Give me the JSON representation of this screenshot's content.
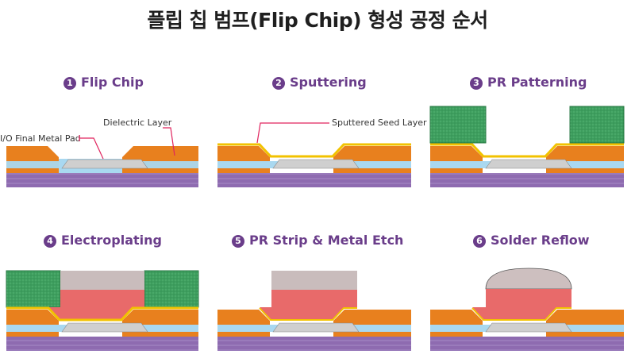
{
  "title": "플립 칩 범프(Flip Chip) 형성 공정 순서",
  "steps": [
    {
      "number": "1",
      "label": "Flip Chip"
    },
    {
      "number": "2",
      "label": "Sputtering"
    },
    {
      "number": "3",
      "label": "PR Patterning"
    },
    {
      "number": "4",
      "label": "Electroplating"
    },
    {
      "number": "5",
      "label": "PR Strip & Metal Etch"
    },
    {
      "number": "6",
      "label": "Solder Reflow"
    }
  ],
  "annotations": {
    "io_pad": "I/O Final Metal Pad",
    "dielectric": "Dielectric Layer",
    "seed_layer": "Sputtered Seed Layer"
  },
  "colors": {
    "substrate": "#8e6bb0",
    "substrate_stripe": "#b79ad4",
    "metal_line": "#a9d8f0",
    "dielectric": "#e8801e",
    "pad": "#cfcfcf",
    "seed": "#f2c200",
    "photoresist": "#3a9a5a",
    "copper_bump": "#e86a6a",
    "solder_cap": "#cdbfbf",
    "accent": "#6a3d8a",
    "pointer": "#e0245e"
  }
}
